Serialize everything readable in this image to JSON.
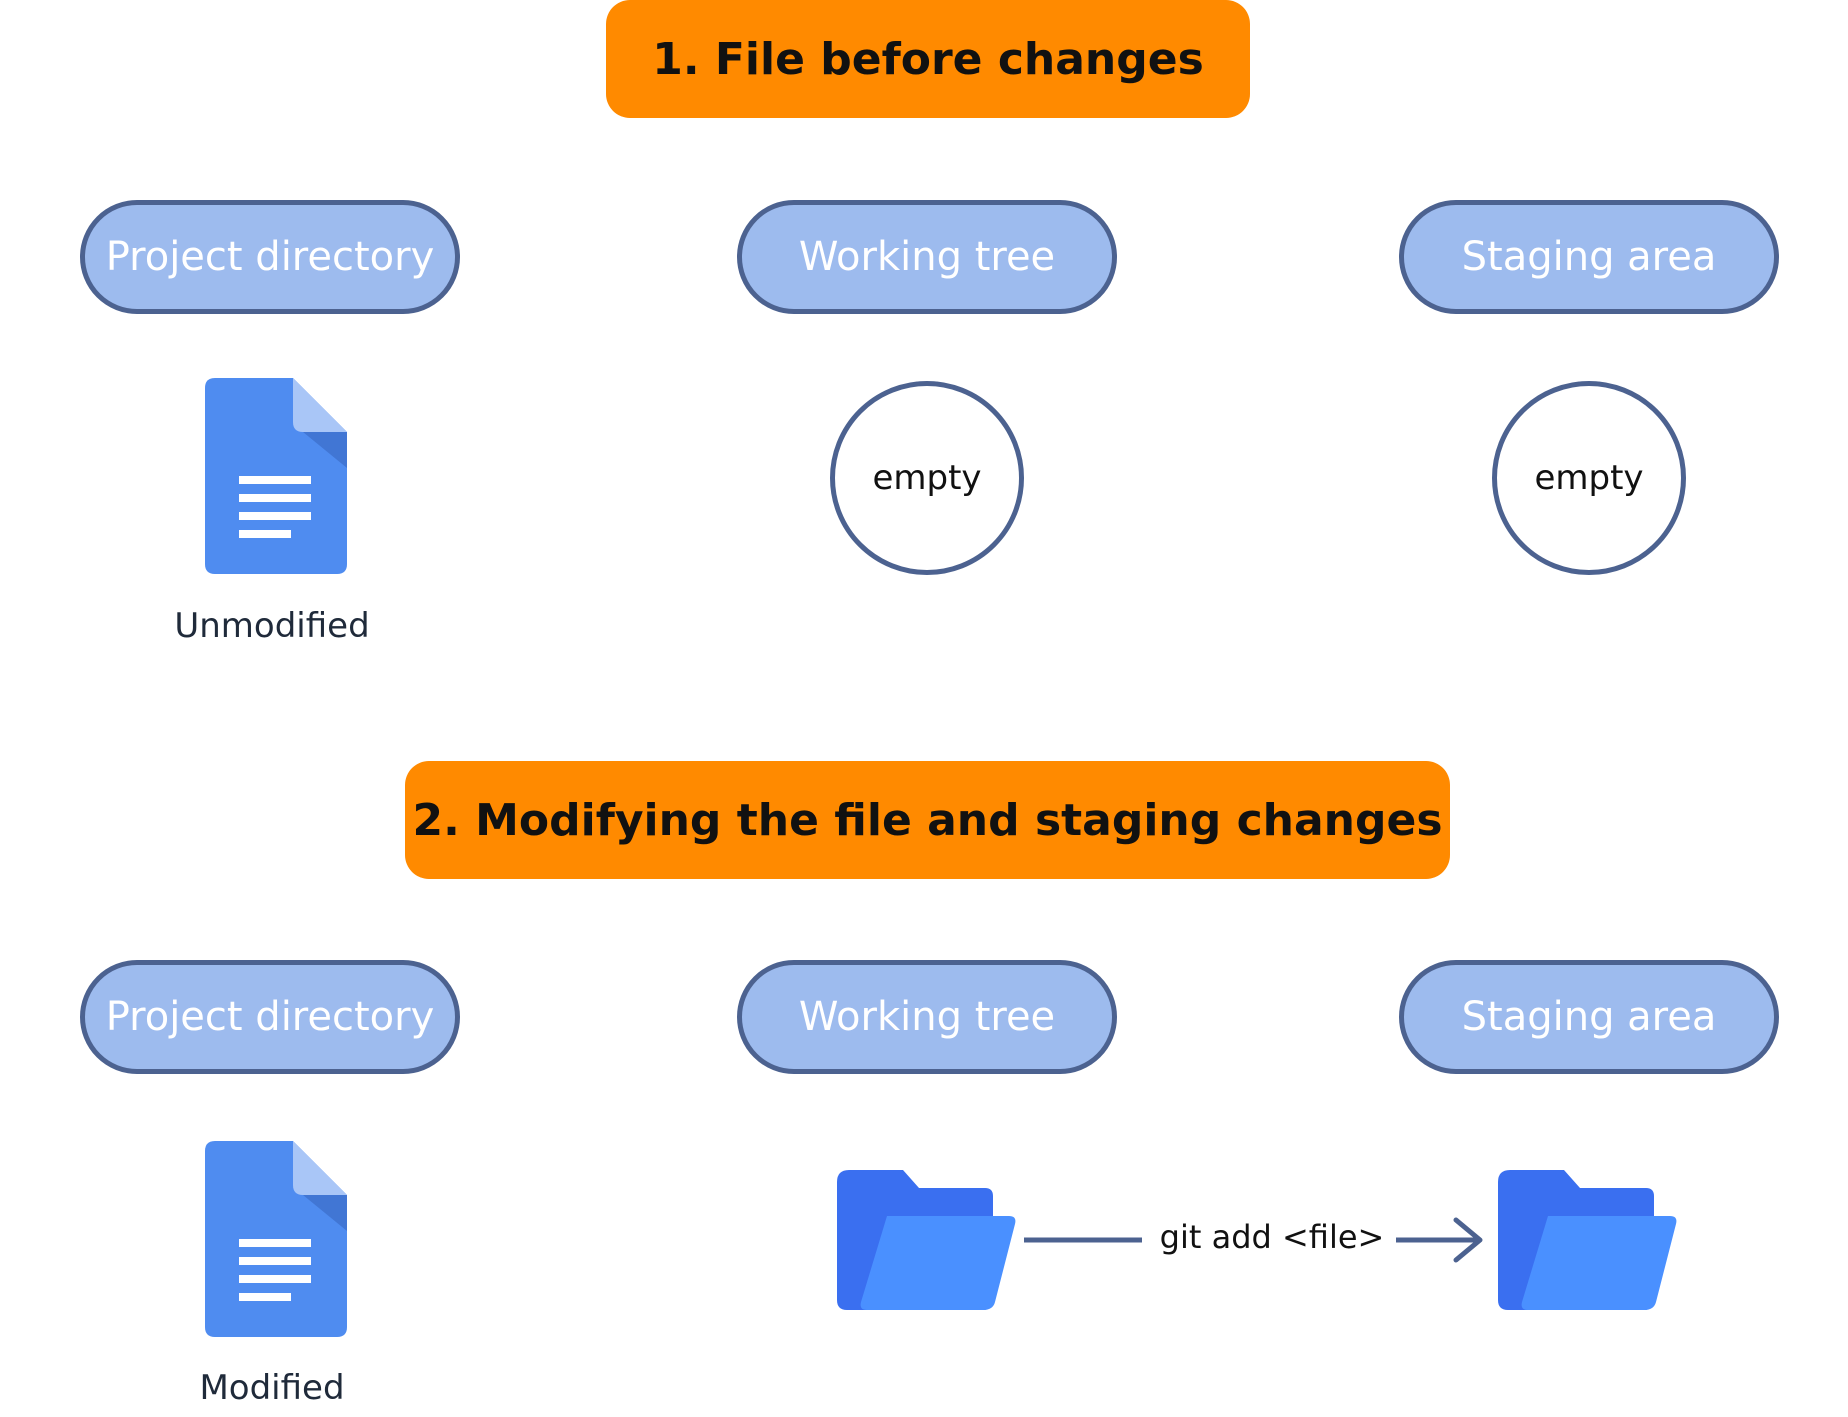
{
  "sections": [
    {
      "title": "1. File before changes",
      "columns": [
        "Project directory",
        "Working tree",
        "Staging area"
      ],
      "file_status": "Unmodified",
      "working_tree_content": "empty",
      "staging_area_content": "empty"
    },
    {
      "title": "2. Modifying the file and staging changes",
      "columns": [
        "Project directory",
        "Working tree",
        "Staging area"
      ],
      "file_status": "Modified",
      "arrow_label": "git add <file>"
    }
  ],
  "icons": {
    "file": "document-icon",
    "folder": "folder-icon",
    "arrow": "arrow-right-icon"
  },
  "colors": {
    "banner": "#FF8A00",
    "pill_fill": "#9DBBEE",
    "pill_border": "#4C6290",
    "document": "#4F8CF0",
    "folder_back": "#3A6FF0",
    "folder_front": "#4A90FF"
  }
}
